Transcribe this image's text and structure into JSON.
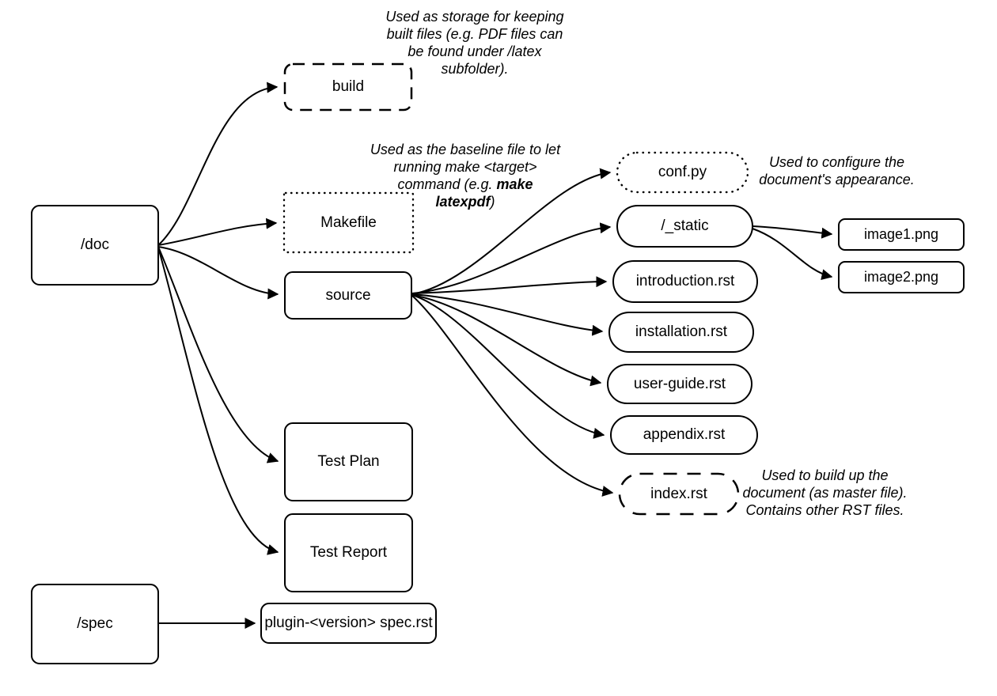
{
  "diagram": {
    "colors": {
      "stroke": "#000000",
      "node_fill": "#ffffff",
      "background": "#ffffff"
    },
    "nodes": {
      "doc": "/doc",
      "build": "build",
      "makefile": "Makefile",
      "source": "source",
      "test_plan": "Test Plan",
      "test_report": "Test Report",
      "spec": "/spec",
      "plugin_spec": "plugin-<version> spec.rst",
      "conf_py": "conf.py",
      "static_dir": "/_static",
      "introduction": "introduction.rst",
      "installation": "installation.rst",
      "user_guide": "user-guide.rst",
      "appendix": "appendix.rst",
      "index": "index.rst",
      "image1": "image1.png",
      "image2": "image2.png"
    },
    "annotations": {
      "build_note": {
        "line1": "Used as storage for keeping",
        "line2": "built files (e.g. PDF files can",
        "line3": "be found under /latex",
        "line4": "subfolder)."
      },
      "makefile_note": {
        "line1": "Used as the baseline file to let",
        "line2": "running make <target>",
        "line3_normal": "command (e.g. ",
        "line3_bold": "make",
        "line4_bold": "latexpdf",
        "line4_normal": ")"
      },
      "conf_note": {
        "line1": "Used to configure the",
        "line2": "document's appearance."
      },
      "index_note": {
        "line1": "Used to build up the",
        "line2": "document (as master file).",
        "line3": "Contains other RST files."
      }
    }
  }
}
